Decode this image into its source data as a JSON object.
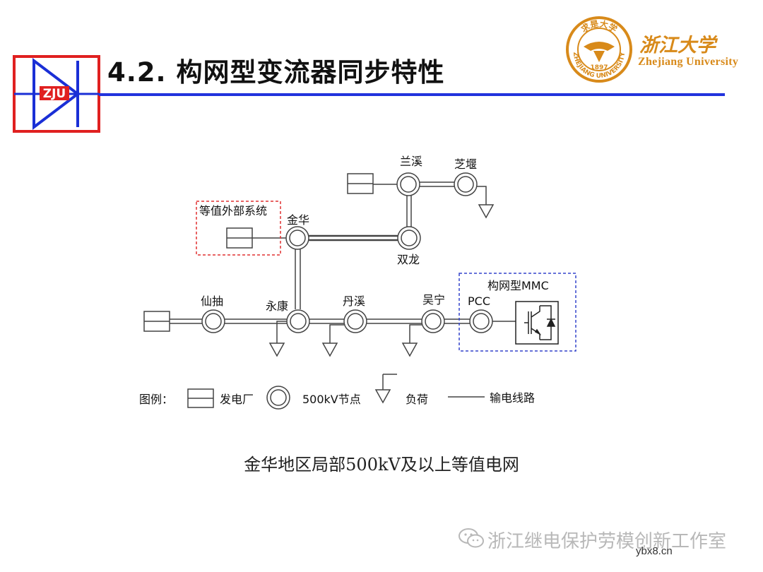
{
  "header": {
    "title": "4.2. 构网型变流器同步特性",
    "logo_box_label": "ZJU",
    "university_cn": "浙江大学",
    "university_en": "Zhejiang University",
    "seal_top": "求是大学",
    "seal_year": "1897",
    "seal_bottom": "ZHEJIANG UNIVERSITY",
    "colors": {
      "title_rule": "#2233dd",
      "logo_red": "#e02020",
      "logo_blue": "#1a2fd6",
      "seal": "#d88a1a"
    }
  },
  "diagram": {
    "nodes": {
      "lanxi": "兰溪",
      "zhiyan": "芝堰",
      "jinhua": "金华",
      "shuanglong": "双龙",
      "xianchou": "仙抽",
      "yongkang": "永康",
      "danxi": "丹溪",
      "wuning": "吴宁",
      "pcc": "PCC"
    },
    "equiv_system_label": "等值外部系统",
    "mmc_label": "构网型MMC",
    "legend": {
      "title": "图例：",
      "plant": "发电厂",
      "node": "500kV节点",
      "load": "负荷",
      "line": "输电线路"
    },
    "colors": {
      "equiv_box": "#e03030",
      "mmc_box": "#3344cc",
      "line": "#444444"
    }
  },
  "caption": "金华地区局部500kV及以上等值电网",
  "footer": {
    "watermark": "浙江继电保护劳模创新工作室",
    "wechat_icon": "wechat-icon",
    "site": "ybx8.cn"
  }
}
